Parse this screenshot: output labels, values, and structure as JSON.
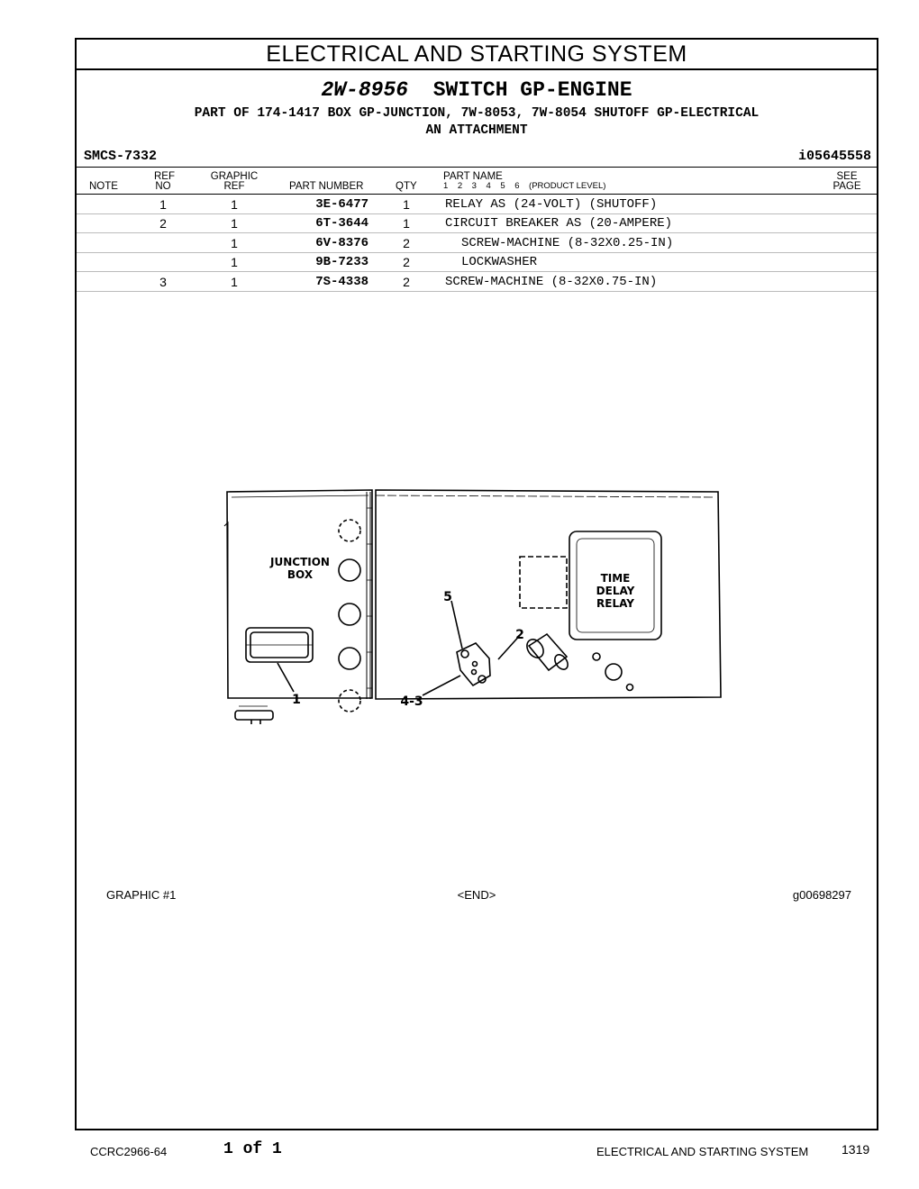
{
  "section_title": "ELECTRICAL AND STARTING SYSTEM",
  "assembly": {
    "part_number": "2W-8956",
    "name": "SWITCH GP-ENGINE",
    "part_of": "PART OF 174-1417 BOX GP-JUNCTION, 7W-8053, 7W-8054 SHUTOFF GP-ELECTRICAL",
    "note": "AN ATTACHMENT"
  },
  "smcs": "SMCS-7332",
  "doc_id": "i05645558",
  "columns": {
    "note": "NOTE",
    "ref_no": [
      "REF",
      "NO"
    ],
    "graphic_ref": [
      "GRAPHIC",
      "REF"
    ],
    "part_number": "PART NUMBER",
    "qty": "QTY",
    "part_name": "PART NAME",
    "levels": "1    2    3    4    5    6    (PRODUCT LEVEL)",
    "see_page": [
      "SEE",
      "PAGE"
    ]
  },
  "parts": [
    {
      "ref": "1",
      "graphic_ref": "1",
      "part_number": "3E-6477",
      "qty": "1",
      "name": "RELAY AS (24-VOLT) (SHUTOFF)",
      "indent": false
    },
    {
      "ref": "2",
      "graphic_ref": "1",
      "part_number": "6T-3644",
      "qty": "1",
      "name": "CIRCUIT BREAKER AS (20-AMPERE)",
      "indent": false
    },
    {
      "ref": "",
      "graphic_ref": "1",
      "part_number": "6V-8376",
      "qty": "2",
      "name": "SCREW-MACHINE (8-32X0.25-IN)",
      "indent": true
    },
    {
      "ref": "",
      "graphic_ref": "1",
      "part_number": "9B-7233",
      "qty": "2",
      "name": "LOCKWASHER",
      "indent": true
    },
    {
      "ref": "3",
      "graphic_ref": "1",
      "part_number": "7S-4338",
      "qty": "2",
      "name": "SCREW-MACHINE (8-32X0.75-IN)",
      "indent": false
    }
  ],
  "graphic": {
    "labels": {
      "junction_box": [
        "JUNCTION",
        "BOX"
      ],
      "time_delay_relay": [
        "TIME",
        "DELAY",
        "RELAY"
      ],
      "callouts": [
        "1",
        "2",
        "5",
        "4-3"
      ]
    },
    "caption_left": "GRAPHIC #1",
    "caption_center": "<END>",
    "caption_right": "g00698297"
  },
  "footer": {
    "doc_code": "CCRC2966-64",
    "page_of": "1 of 1",
    "section": "ELECTRICAL AND STARTING SYSTEM",
    "page_number": "1319"
  }
}
